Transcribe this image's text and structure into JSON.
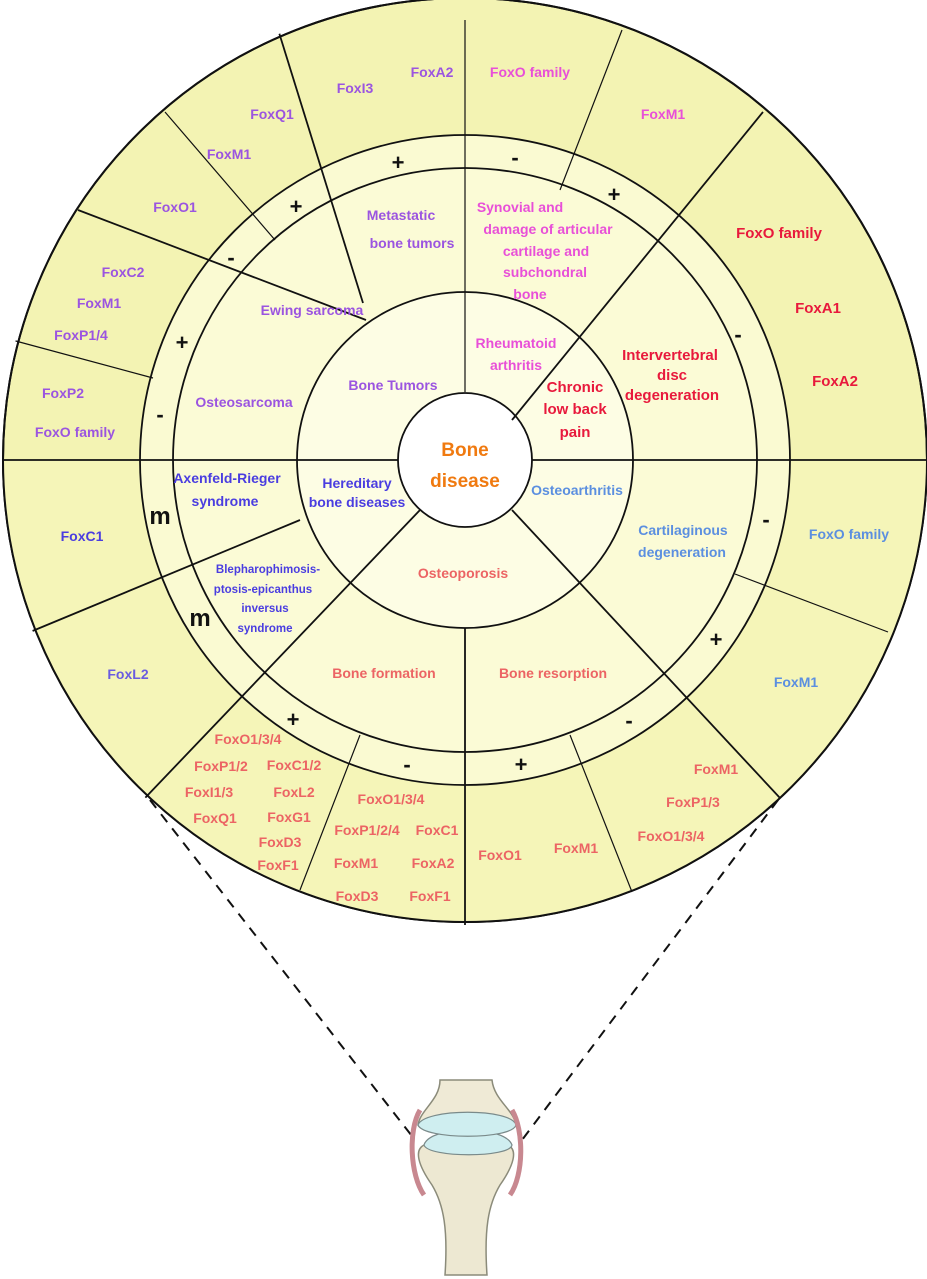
{
  "colors": {
    "background_fill": "#f3f3b3",
    "inner_fill": "#fafad2",
    "center_fill": "#ffffff",
    "purple": "#9b54e0",
    "pink": "#e84fd8",
    "red": "#e8193c",
    "blue": "#5b8fe0",
    "indigo": "#4a3de0",
    "salmon": "#ec6464",
    "orange": "#f07a10",
    "stroke": "#111111"
  },
  "center": {
    "line1": "Bone",
    "line2": "disease"
  },
  "categories": {
    "bone_tumors": "Bone Tumors",
    "rheumatoid_arthritis": [
      "Rheumatoid",
      "arthritis"
    ],
    "chronic_low_back_pain": [
      "Chronic",
      "low back",
      "pain"
    ],
    "osteoarthritis": "Osteoarthritis",
    "osteoporosis": "Osteoporosis",
    "hereditary": [
      "Hereditary",
      "bone diseases"
    ]
  },
  "diseases": {
    "metastatic": [
      "Metastatic",
      "bone tumors"
    ],
    "ewing": "Ewing sarcoma",
    "osteosarcoma": "Osteosarcoma",
    "synovial": [
      "Synovial and",
      "damage of articular",
      "cartilage and",
      "subchondral",
      "bone"
    ],
    "intervertebral": [
      "Intervertebral",
      "disc",
      "degeneration"
    ],
    "cartilaginous": [
      "Cartilaginous",
      "degeneration"
    ],
    "bone_resorption": "Bone resorption",
    "bone_formation": "Bone formation",
    "bpes": [
      "Blepharophimosis-",
      "ptosis-epicanthus",
      "inversus",
      "syndrome"
    ],
    "axenfeld": [
      "Axenfeld-Rieger",
      "syndrome"
    ]
  },
  "signs": {
    "plus": "+",
    "minus": "-",
    "mutation": "m"
  },
  "genes": {
    "metastatic_left": [
      "FoxQ1",
      "FoxM1",
      "FoxO1"
    ],
    "metastatic_right": [
      "FoxI3",
      "FoxA2"
    ],
    "osteosarcoma_plus": [
      "FoxC2",
      "FoxM1",
      "FoxP1/4"
    ],
    "osteosarcoma_minus": [
      "FoxP2",
      "FoxO family"
    ],
    "synovial_minus": [
      "FoxO family"
    ],
    "synovial_plus": [
      "FoxM1"
    ],
    "intervertebral_minus": [
      "FoxO family",
      "FoxA1",
      "FoxA2"
    ],
    "cartilaginous_minus": [
      "FoxO family"
    ],
    "cartilaginous_plus": [
      "FoxM1"
    ],
    "resorption_minus": [
      "FoxM1",
      "FoxP1/3",
      "FoxO1/3/4"
    ],
    "resorption_plus": [
      "FoxO1",
      "FoxM1"
    ],
    "formation_minus": [
      "FoxO1/3/4",
      "FoxP1/2/4",
      "FoxC1",
      "FoxM1",
      "FoxA2",
      "FoxD3",
      "FoxF1"
    ],
    "formation_plus": [
      "FoxO1/3/4",
      "FoxP1/2",
      "FoxC1/2",
      "FoxI1/3",
      "FoxL2",
      "FoxQ1",
      "FoxG1",
      "FoxD3",
      "FoxF1"
    ],
    "axenfeld_m": [
      "FoxC1"
    ],
    "bpes_m": [
      "FoxL2"
    ]
  }
}
